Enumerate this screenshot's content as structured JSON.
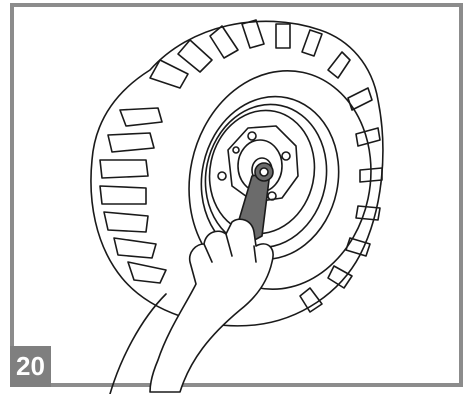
{
  "step": {
    "number": "20"
  },
  "illustration": {
    "subject": "wheel-removal-with-wrench",
    "icon": "wheel-wrench-illustration",
    "colors": {
      "frame": "#8c8c8c",
      "badge": "#7f7f7f",
      "line": "#1a1a1a",
      "fill": "#ffffff",
      "metal": "#6b6b6b"
    }
  }
}
